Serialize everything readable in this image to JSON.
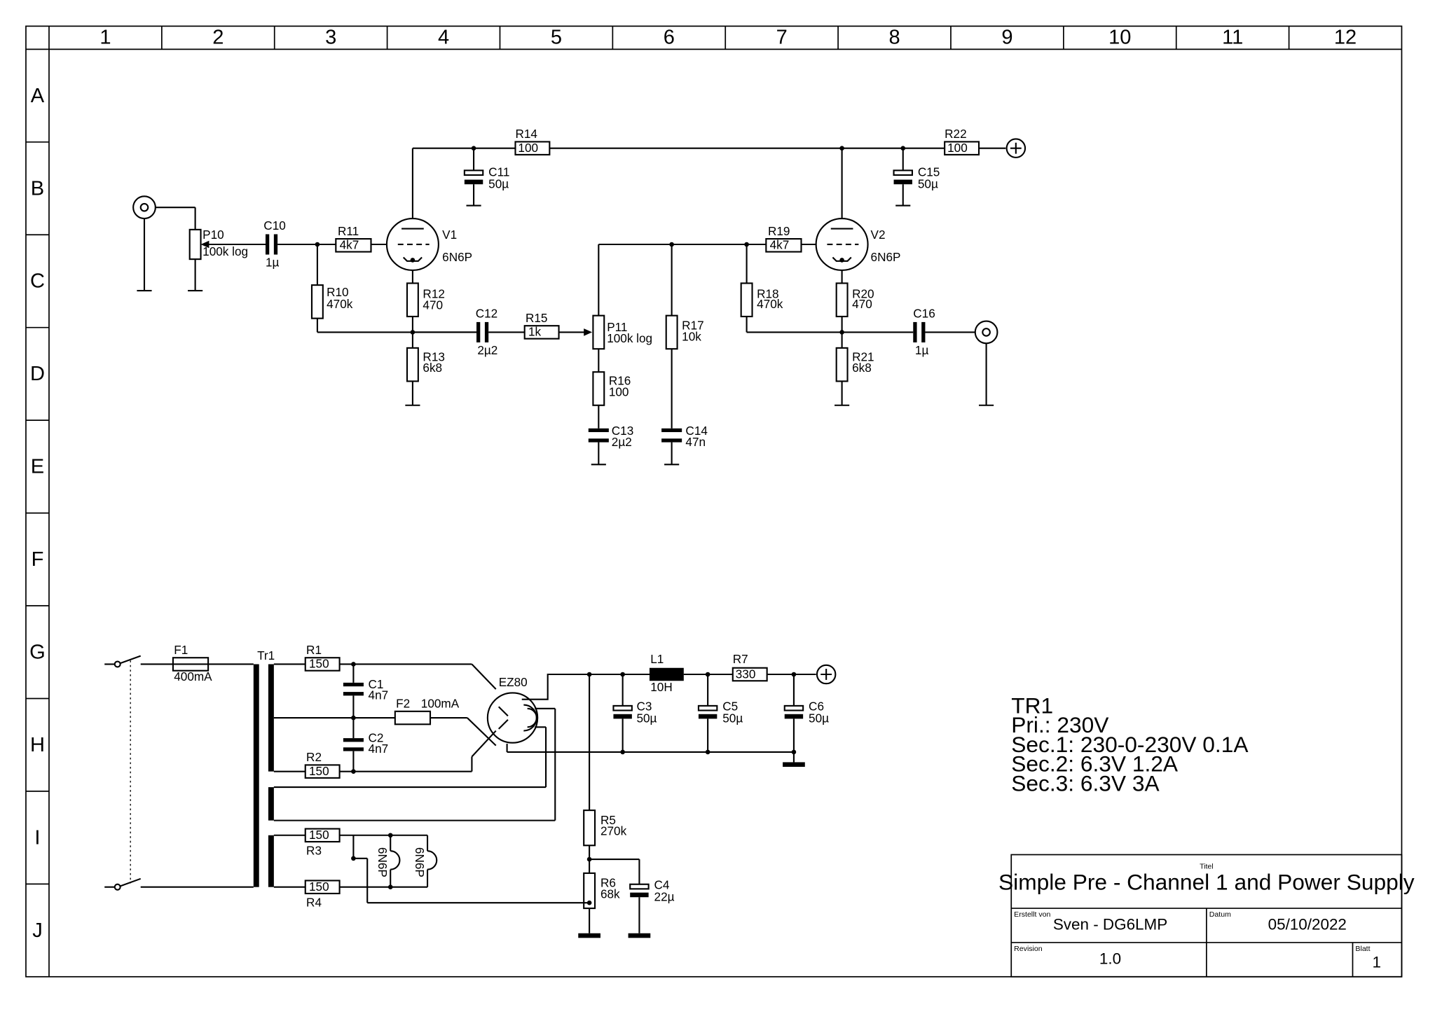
{
  "grid": {
    "columns": [
      "1",
      "2",
      "3",
      "4",
      "5",
      "6",
      "7",
      "8",
      "9",
      "10",
      "11",
      "12"
    ],
    "rows": [
      "A",
      "B",
      "C",
      "D",
      "E",
      "F",
      "G",
      "H",
      "I",
      "J"
    ]
  },
  "components": {
    "P10": {
      "ref": "P10",
      "value": "100k log"
    },
    "C10": {
      "ref": "C10",
      "value": "1µ"
    },
    "R10": {
      "ref": "R10",
      "value": "470k"
    },
    "R11": {
      "ref": "R11",
      "value": "4k7"
    },
    "V1": {
      "ref": "V1",
      "value": "6N6P"
    },
    "R12": {
      "ref": "R12",
      "value": "470"
    },
    "R13": {
      "ref": "R13",
      "value": "6k8"
    },
    "C11": {
      "ref": "C11",
      "value": "50µ"
    },
    "R14": {
      "ref": "R14",
      "value": "100"
    },
    "C12": {
      "ref": "C12",
      "value": "2µ2"
    },
    "R15": {
      "ref": "R15",
      "value": "1k"
    },
    "P11": {
      "ref": "P11",
      "value": "100k log"
    },
    "R16": {
      "ref": "R16",
      "value": "100"
    },
    "C13": {
      "ref": "C13",
      "value": "2µ2"
    },
    "R17": {
      "ref": "R17",
      "value": "10k"
    },
    "C14": {
      "ref": "C14",
      "value": "47n"
    },
    "R18": {
      "ref": "R18",
      "value": "470k"
    },
    "R19": {
      "ref": "R19",
      "value": "4k7"
    },
    "V2": {
      "ref": "V2",
      "value": "6N6P"
    },
    "R20": {
      "ref": "R20",
      "value": "470"
    },
    "R21": {
      "ref": "R21",
      "value": "6k8"
    },
    "C15": {
      "ref": "C15",
      "value": "50µ"
    },
    "R22": {
      "ref": "R22",
      "value": "100"
    },
    "C16": {
      "ref": "C16",
      "value": "1µ"
    },
    "F1": {
      "ref": "F1",
      "value": "400mA"
    },
    "Tr1": {
      "ref": "Tr1"
    },
    "R1": {
      "ref": "R1",
      "value": "150"
    },
    "R2": {
      "ref": "R2",
      "value": "150"
    },
    "R3": {
      "ref": "R3",
      "value": "150"
    },
    "R4": {
      "ref": "R4",
      "value": "150"
    },
    "C1": {
      "ref": "C1",
      "value": "4n7"
    },
    "C2": {
      "ref": "C2",
      "value": "4n7"
    },
    "F2": {
      "ref": "F2",
      "value": "100mA"
    },
    "EZ80": {
      "ref": "EZ80"
    },
    "L1": {
      "ref": "L1",
      "value": "10H"
    },
    "R7": {
      "ref": "R7",
      "value": "330"
    },
    "C3": {
      "ref": "C3",
      "value": "50µ"
    },
    "C5": {
      "ref": "C5",
      "value": "50µ"
    },
    "C6": {
      "ref": "C6",
      "value": "50µ"
    },
    "R5": {
      "ref": "R5",
      "value": "270k"
    },
    "R6": {
      "ref": "R6",
      "value": "68k"
    },
    "C4": {
      "ref": "C4",
      "value": "22µ"
    },
    "heater1": {
      "label": "6N6P"
    },
    "heater2": {
      "label": "6N6P"
    }
  },
  "transformer_info": {
    "title": "TR1",
    "lines": [
      "Pri.: 230V",
      "Sec.1: 230-0-230V 0.1A",
      "Sec.2: 6.3V 1.2A",
      "Sec.3: 6.3V 3A"
    ]
  },
  "title_block": {
    "title_caption": "Titel",
    "title": "Simple Pre - Channel 1 and Power Supply",
    "author_caption": "Erstellt von",
    "author": "Sven - DG6LMP",
    "date_caption": "Datum",
    "date": "05/10/2022",
    "revision_caption": "Revision",
    "revision": "1.0",
    "sheet_caption": "Blatt",
    "sheet": "1"
  }
}
